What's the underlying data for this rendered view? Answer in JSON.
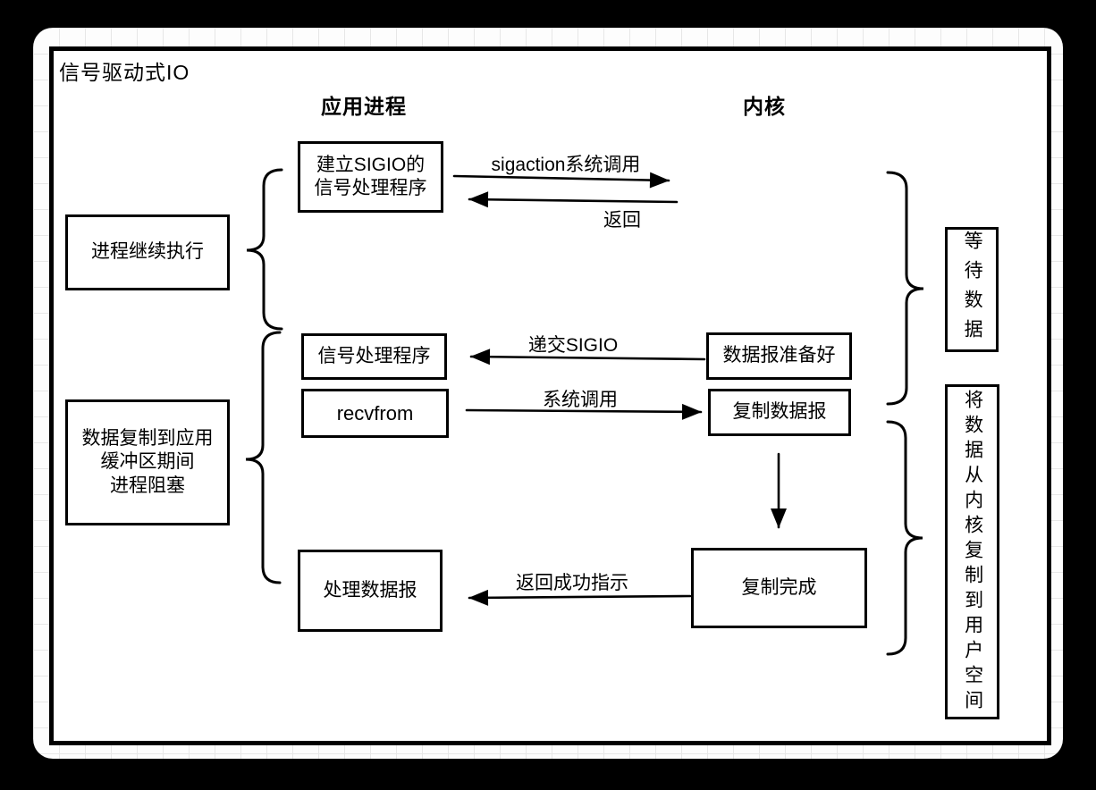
{
  "title": "信号驱动式IO",
  "columns": {
    "app": "应用进程",
    "kernel": "内核"
  },
  "boxes": {
    "setup_sigio": "建立SIGIO的\n信号处理程序",
    "process_continues": "进程继续执行",
    "signal_handler": "信号处理程序",
    "recvfrom": "recvfrom",
    "datagram_ready": "数据报准备好",
    "copy_datagram": "复制数据报",
    "process_blocked": "数据复制到应用\n缓冲区期间\n进程阻塞",
    "handle_datagram": "处理数据报",
    "copy_complete": "复制完成",
    "wait_data": "等待数据",
    "copy_kernel_to_user": "将数据从内核复制到用户空间"
  },
  "arrows": {
    "sigaction": "sigaction系统调用",
    "return": "返回",
    "deliver_sigio": "递交SIGIO",
    "syscall": "系统调用",
    "return_success": "返回成功指示"
  },
  "colors": {
    "ink": "#000000",
    "paper": "#ffffff",
    "grid": "#e7e7e7",
    "background": "#000000"
  }
}
